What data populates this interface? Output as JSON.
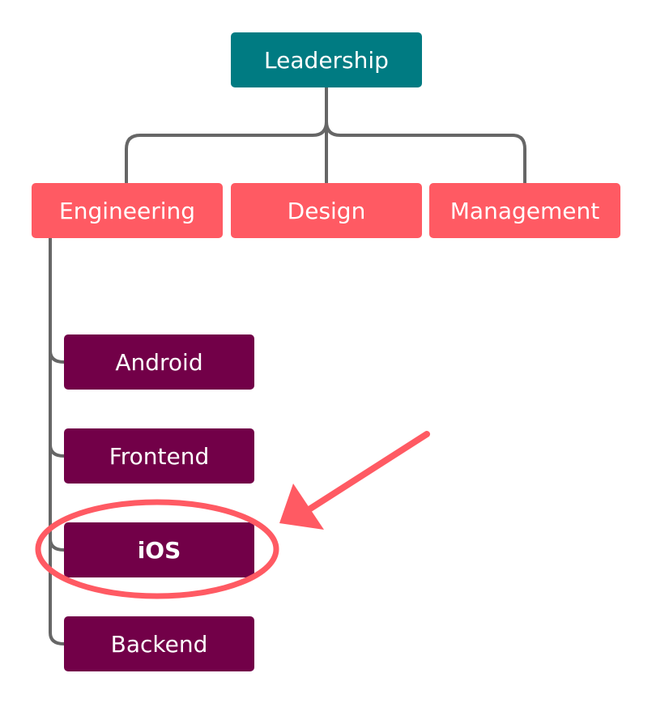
{
  "colors": {
    "root": "#007B82",
    "department": "#FF5A63",
    "team": "#720048",
    "connector": "#666666",
    "highlight": "#FF5A63"
  },
  "tree": {
    "root": {
      "label": "Leadership"
    },
    "departments": [
      {
        "label": "Engineering"
      },
      {
        "label": "Design"
      },
      {
        "label": "Management"
      }
    ],
    "teams": [
      {
        "label": "Android"
      },
      {
        "label": "Frontend"
      },
      {
        "label": "iOS",
        "highlighted": true
      },
      {
        "label": "Backend"
      }
    ]
  },
  "annotation": {
    "highlight_target": "iOS",
    "shapes": [
      "ellipse",
      "arrow"
    ]
  }
}
